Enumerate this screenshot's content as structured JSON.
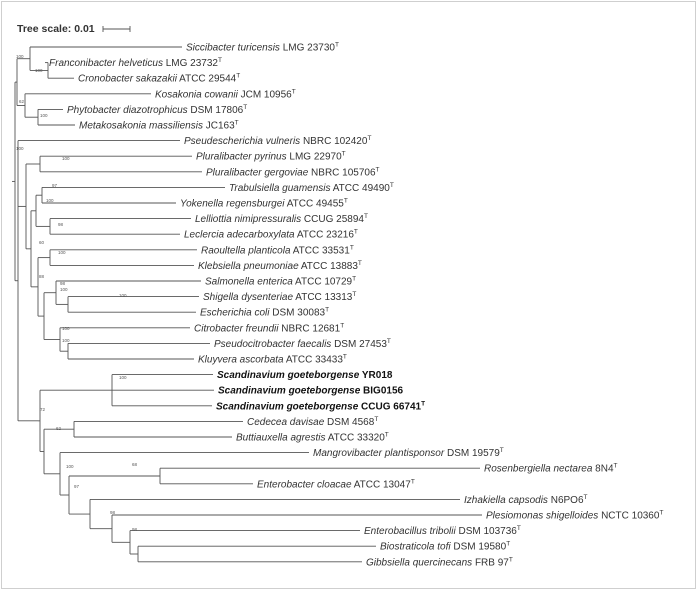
{
  "scale": {
    "label": "Tree scale: 0.01"
  },
  "taxa": [
    {
      "genus_species": "Siccibacter turicensis",
      "strain": "LMG 23730",
      "type": true,
      "bold": false
    },
    {
      "genus_species": "Franconibacter helveticus",
      "strain": "LMG 23732",
      "type": true,
      "bold": false
    },
    {
      "genus_species": "Cronobacter sakazakii",
      "strain": "ATCC 29544",
      "type": true,
      "bold": false
    },
    {
      "genus_species": "Kosakonia cowanii",
      "strain": "JCM 10956",
      "type": true,
      "bold": false
    },
    {
      "genus_species": "Phytobacter diazotrophicus",
      "strain": "DSM 17806",
      "type": true,
      "bold": false
    },
    {
      "genus_species": "Metakosakonia massiliensis",
      "strain": "JC163",
      "type": true,
      "bold": false
    },
    {
      "genus_species": "Pseudescherichia vulneris",
      "strain": "NBRC 102420",
      "type": true,
      "bold": false
    },
    {
      "genus_species": "Pluralibacter pyrinus",
      "strain": "LMG 22970",
      "type": true,
      "bold": false
    },
    {
      "genus_species": "Pluralibacter gergoviae",
      "strain": "NBRC 105706",
      "type": true,
      "bold": false
    },
    {
      "genus_species": "Trabulsiella guamensis",
      "strain": "ATCC 49490",
      "type": true,
      "bold": false
    },
    {
      "genus_species": "Yokenella regensburgei",
      "strain": "ATCC 49455",
      "type": true,
      "bold": false
    },
    {
      "genus_species": "Lelliottia nimipressuralis",
      "strain": "CCUG 25894",
      "type": true,
      "bold": false
    },
    {
      "genus_species": "Leclercia adecarboxylata",
      "strain": "ATCC 23216",
      "type": true,
      "bold": false
    },
    {
      "genus_species": "Raoultella planticola",
      "strain": "ATCC 33531",
      "type": true,
      "bold": false
    },
    {
      "genus_species": "Klebsiella pneumoniae",
      "strain": "ATCC 13883",
      "type": true,
      "bold": false
    },
    {
      "genus_species": "Salmonella enterica",
      "strain": "ATCC 10729",
      "type": true,
      "bold": false
    },
    {
      "genus_species": "Shigella dysenteriae",
      "strain": "ATCC 13313",
      "type": true,
      "bold": false
    },
    {
      "genus_species": "Escherichia coli",
      "strain": "DSM 30083",
      "type": true,
      "bold": false
    },
    {
      "genus_species": "Citrobacter freundii",
      "strain": "NBRC 12681",
      "type": true,
      "bold": false
    },
    {
      "genus_species": "Pseudocitrobacter faecalis",
      "strain": "DSM 27453",
      "type": true,
      "bold": false
    },
    {
      "genus_species": "Kluyvera ascorbata",
      "strain": "ATCC 33433",
      "type": true,
      "bold": false
    },
    {
      "genus_species": "Scandinavium goeteborgense",
      "strain": "YR018",
      "type": false,
      "bold": true
    },
    {
      "genus_species": "Scandinavium goeteborgense",
      "strain": "BIG0156",
      "type": false,
      "bold": true
    },
    {
      "genus_species": "Scandinavium goeteborgense",
      "strain": "CCUG 66741",
      "type": true,
      "bold": true
    },
    {
      "genus_species": "Cedecea davisae",
      "strain": "DSM 4568",
      "type": true,
      "bold": false
    },
    {
      "genus_species": "Buttiauxella agrestis",
      "strain": "ATCC 33320",
      "type": true,
      "bold": false
    },
    {
      "genus_species": "Mangrovibacter plantisponsor",
      "strain": "DSM 19579",
      "type": true,
      "bold": false
    },
    {
      "genus_species": "Rosenbergiella nectarea",
      "strain": "8N4",
      "type": true,
      "bold": false
    },
    {
      "genus_species": "Enterobacter cloacae",
      "strain": "ATCC 13047",
      "type": true,
      "bold": false
    },
    {
      "genus_species": "Izhakiella capsodis",
      "strain": "N6PO6",
      "type": true,
      "bold": false
    },
    {
      "genus_species": "Plesiomonas shigelloides",
      "strain": "NCTC 10360",
      "type": true,
      "bold": false
    },
    {
      "genus_species": "Enterobacillus tribolii",
      "strain": "DSM 103736",
      "type": true,
      "bold": false
    },
    {
      "genus_species": "Biostraticola tofi",
      "strain": "DSM 19580",
      "type": true,
      "bold": false
    },
    {
      "genus_species": "Gibbsiella quercinecans",
      "strain": "FRB 97",
      "type": true,
      "bold": false
    }
  ],
  "type_marker": "T",
  "bootstrap_values": [
    "100",
    "100",
    "62",
    "100",
    "100",
    "100",
    "97",
    "100",
    "98",
    "60",
    "100",
    "88",
    "98",
    "100",
    "100",
    "100",
    "100",
    "72",
    "100",
    "62",
    "100",
    "97",
    "68",
    "98",
    "98"
  ]
}
